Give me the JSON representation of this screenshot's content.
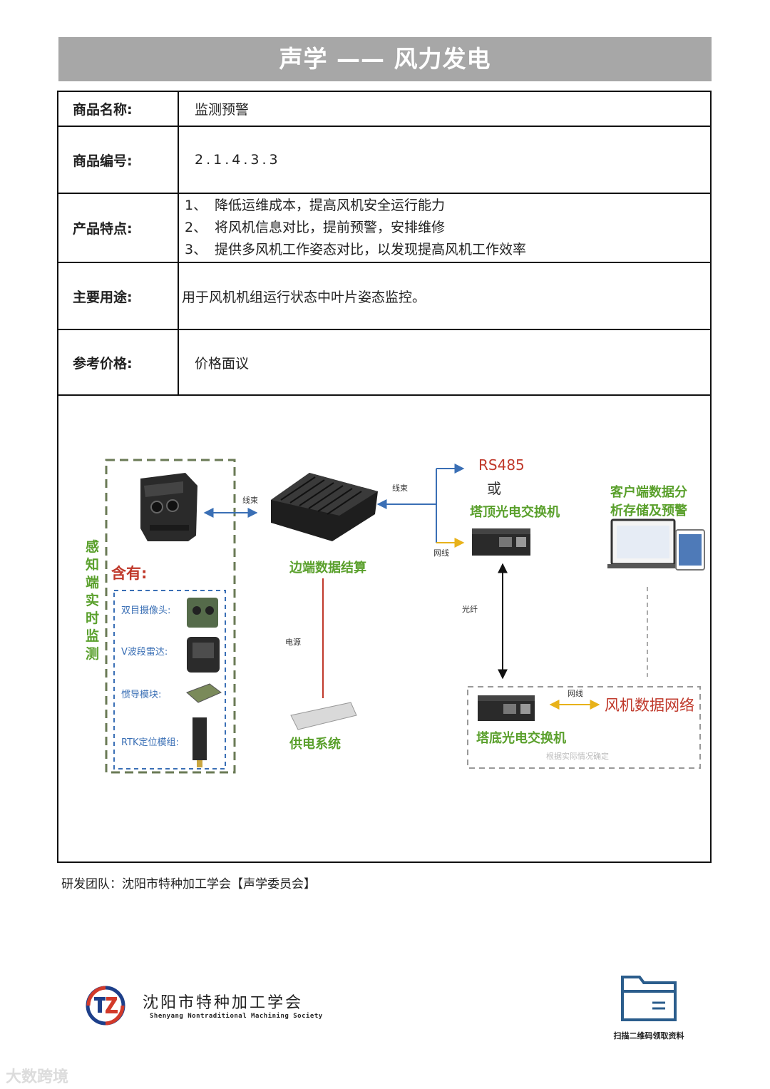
{
  "banner": {
    "title": "声学 —— 风力发电"
  },
  "spec": {
    "name_label": "商品名称:",
    "name_value": "监测预警",
    "code_label": "商品编号:",
    "code_value": "2.1.4.3.3",
    "feature_label": "产品特点:",
    "features": [
      {
        "num": "1、",
        "text": "降低运维成本，提高风机安全运行能力"
      },
      {
        "num": "2、",
        "text": "将风机信息对比，提前预警，安排维修"
      },
      {
        "num": "3、",
        "text": "提供多风机工作姿态对比，以发现提高风机工作效率"
      }
    ],
    "use_label": "主要用途:",
    "use_value": "用于风机机组运行状态中叶片姿态监控。",
    "price_label": "参考价格:",
    "price_value": "价格面议"
  },
  "diagram": {
    "sensing_vertical": "感知端实时监测",
    "includes": "含有:",
    "modules": [
      "双目摄像头:",
      "V波段雷达:",
      "惯导模块:",
      "RTK定位模组:"
    ],
    "wire_harness_1": "线束",
    "wire_harness_2": "线束",
    "edge": "边端数据结算",
    "power_line": "电源",
    "power_system": "供电系统",
    "rs485": "RS485",
    "or": "或",
    "tower_top_switch": "塔顶光电交换机",
    "network_1": "网线",
    "fiber": "光纤",
    "client": [
      "客户端数据分",
      "析存储及预警"
    ],
    "tower_bottom_switch": "塔底光电交换机",
    "network_2": "网线",
    "wind_data_network": "风机数据网络",
    "note": "根据实际情况确定"
  },
  "footer": {
    "team": "研发团队：沈阳市特种加工学会【声学委员会】",
    "org_cn": "沈阳市特种加工学会",
    "org_en": "Shenyang Nontraditional Machining Society",
    "qr_caption": "扫描二维码领取资料"
  },
  "watermark": "大数跨境",
  "colors": {
    "green": "#5aa02c",
    "red": "#c0392b",
    "blue": "#3a6fb5",
    "yellow": "#e8b21a",
    "banner": "#a7a7a7"
  }
}
